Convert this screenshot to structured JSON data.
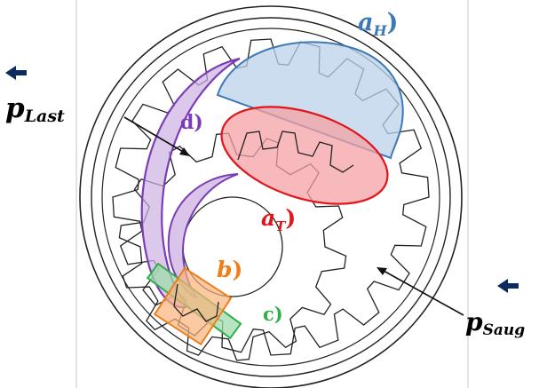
{
  "labels": {
    "a_h": {
      "main": "a",
      "sub": "H",
      "close": ")"
    },
    "a_t": {
      "main": "a",
      "sub": "T",
      "close": ")"
    },
    "b": {
      "text": "b",
      "close": ")"
    },
    "c": {
      "text": "c",
      "close": ")"
    },
    "d": {
      "text": "d",
      "close": ")"
    },
    "p_last": {
      "main": "p",
      "sub": "Last"
    },
    "p_saug": {
      "main": "p",
      "sub": "Saug"
    }
  },
  "colors": {
    "a_h": "#3d7ab5",
    "a_h_fill": "#b9d1ea",
    "a_t": "#e0161c",
    "a_t_fill": "#f4a2a4",
    "b": "#f07d1a",
    "b_fill": "#f9b37a",
    "c": "#2fae4a",
    "c_fill": "#9fdcac",
    "d": "#7b3db5",
    "d_fill": "#cdb0e2",
    "arrow": "#0b2a5e",
    "line": "#222222"
  },
  "icons": [
    "arrow-left-icon",
    "arrow-left-icon"
  ]
}
